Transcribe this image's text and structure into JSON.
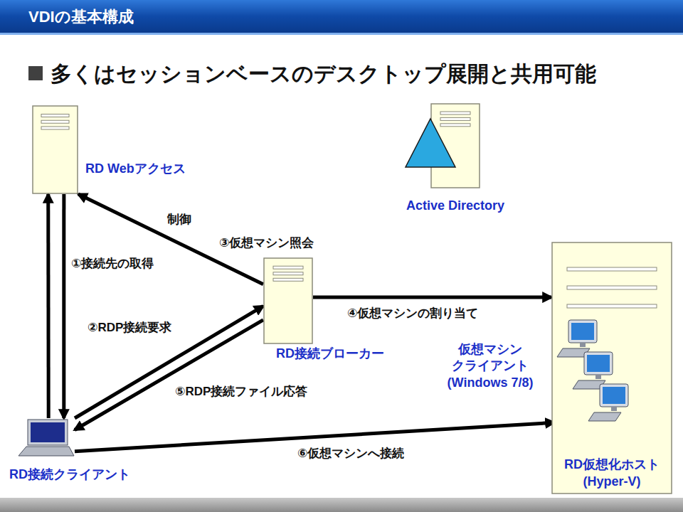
{
  "diagram": {
    "title": "VDIの基本構成",
    "nodes": [
      {
        "text": [
          "RD Webアクセス"
        ]
      },
      {
        "text": [
          "Active Directory"
        ]
      },
      {
        "text": [
          "RD接続ブローカー"
        ]
      },
      {
        "text": [
          "RD仮想化ホスト (Hyper-V)"
        ]
      },
      {
        "text": [
          "仮想マシン クライアント (Windows 7/8)"
        ],
        "in": 3
      },
      {
        "text": [
          "RD接続クライアント"
        ]
      }
    ],
    "edges": [
      {
        "from": 5,
        "to": 0,
        "arrow": "to",
        "label": "①接続先の取得"
      },
      {
        "from": 0,
        "to": 5,
        "arrow": "to"
      },
      {
        "from": 2,
        "to": 0,
        "arrow": "to",
        "label": "制御"
      },
      {
        "from": 5,
        "to": 2,
        "arrow": "to",
        "label": "②RDP接続要求"
      },
      {
        "from": 2,
        "to": 5,
        "arrow": "to",
        "label": "⑤RDP接続ファイル応答"
      },
      {
        "from": 2,
        "to": 3,
        "arrow": "to",
        "label": "④仮想マシンの割り当て"
      },
      {
        "from": 5,
        "to": 4,
        "arrow": "to",
        "label": "⑥仮想マシンへ接続"
      }
    ],
    "labels": [
      "多くはセッションベースのデスクトップ展開と共用可能",
      "③仮想マシン照会"
    ]
  }
}
